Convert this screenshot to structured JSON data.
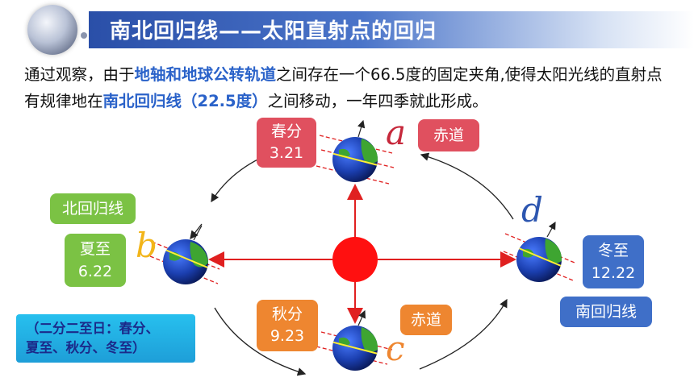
{
  "header": {
    "title": "南北回归线——太阳直射点的回归"
  },
  "intro": {
    "part1": "通过观察，由于",
    "highlight1": "地轴和地球公转轨道",
    "part2": "之间存在一个66.5度的固定夹角,使得太阳光线的直射点有规律地在",
    "highlight2": "南北回归线（22.5度）",
    "part3": "之间移动，一年四季就此形成。"
  },
  "positions": {
    "a": {
      "letter": "a",
      "season": "春分",
      "date": "3.21",
      "tag": "赤道"
    },
    "b": {
      "letter": "b",
      "season": "夏至",
      "date": "6.22",
      "tag": "北回归线"
    },
    "c": {
      "letter": "c",
      "season": "秋分",
      "date": "9.23",
      "tag": "赤道"
    },
    "d": {
      "letter": "d",
      "season": "冬至",
      "date": "12.22",
      "tag": "南回归线"
    }
  },
  "summary": {
    "line1": "（二分二至日：春分、",
    "line2": "夏至、秋分、冬至）"
  },
  "colors": {
    "sun": "#ff1010",
    "red_label": "#e0505f",
    "green_label": "#7bc244",
    "orange_label": "#ee8630",
    "blue_label": "#3f6fc8",
    "letter_a": "#c6283b",
    "letter_b": "#f2b51a",
    "letter_c": "#ee8630",
    "letter_d": "#2d56b0"
  }
}
